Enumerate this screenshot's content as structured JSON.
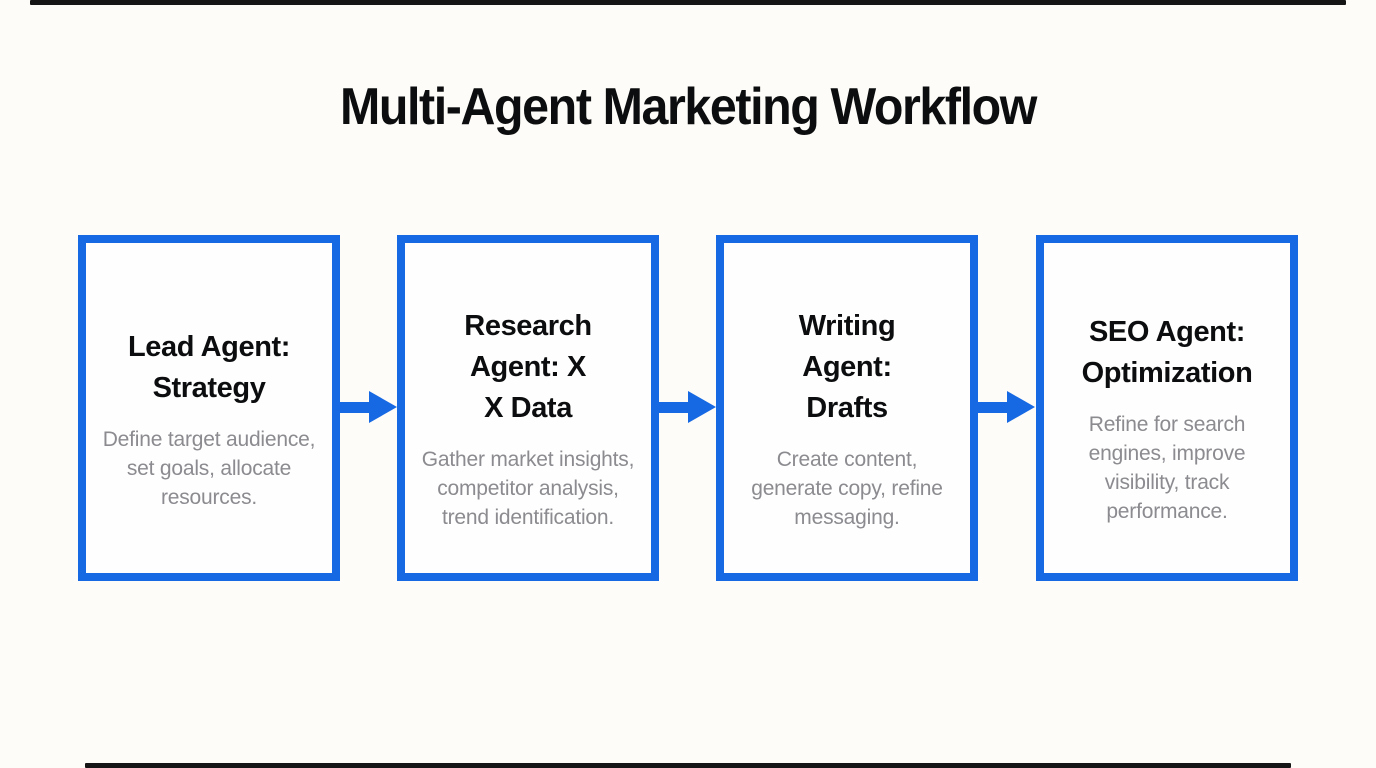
{
  "page": {
    "title": "Multi-Agent Marketing Workflow"
  },
  "colors": {
    "accent_blue": "#1668e3",
    "title_text": "#0c0d0e",
    "body_text": "#8b8b90",
    "edge_bar": "#151515",
    "page_bg": "#fdfcf9",
    "box_bg": "#fefefe"
  },
  "workflow": {
    "connector": "arrow-right",
    "steps": [
      {
        "title": "Lead Agent: Strategy",
        "title_lines": [
          "Lead Agent:",
          "Strategy"
        ],
        "description": "Define target audience, set goals, allocate resources."
      },
      {
        "title": "Research Agent: X X Data",
        "title_lines": [
          "Research",
          "Agent: X",
          "X Data"
        ],
        "description": "Gather market insights, competitor analysis, trend identification."
      },
      {
        "title": "Writing Agent: Drafts",
        "title_lines": [
          "Writing",
          "Agent:",
          "Drafts"
        ],
        "description": "Create content, generate copy, refine messaging."
      },
      {
        "title": "SEO Agent: Optimization",
        "title_lines": [
          "SEO Agent:",
          "Optimization"
        ],
        "description": "Refine for search engines, improve visibility, track performance."
      }
    ]
  }
}
